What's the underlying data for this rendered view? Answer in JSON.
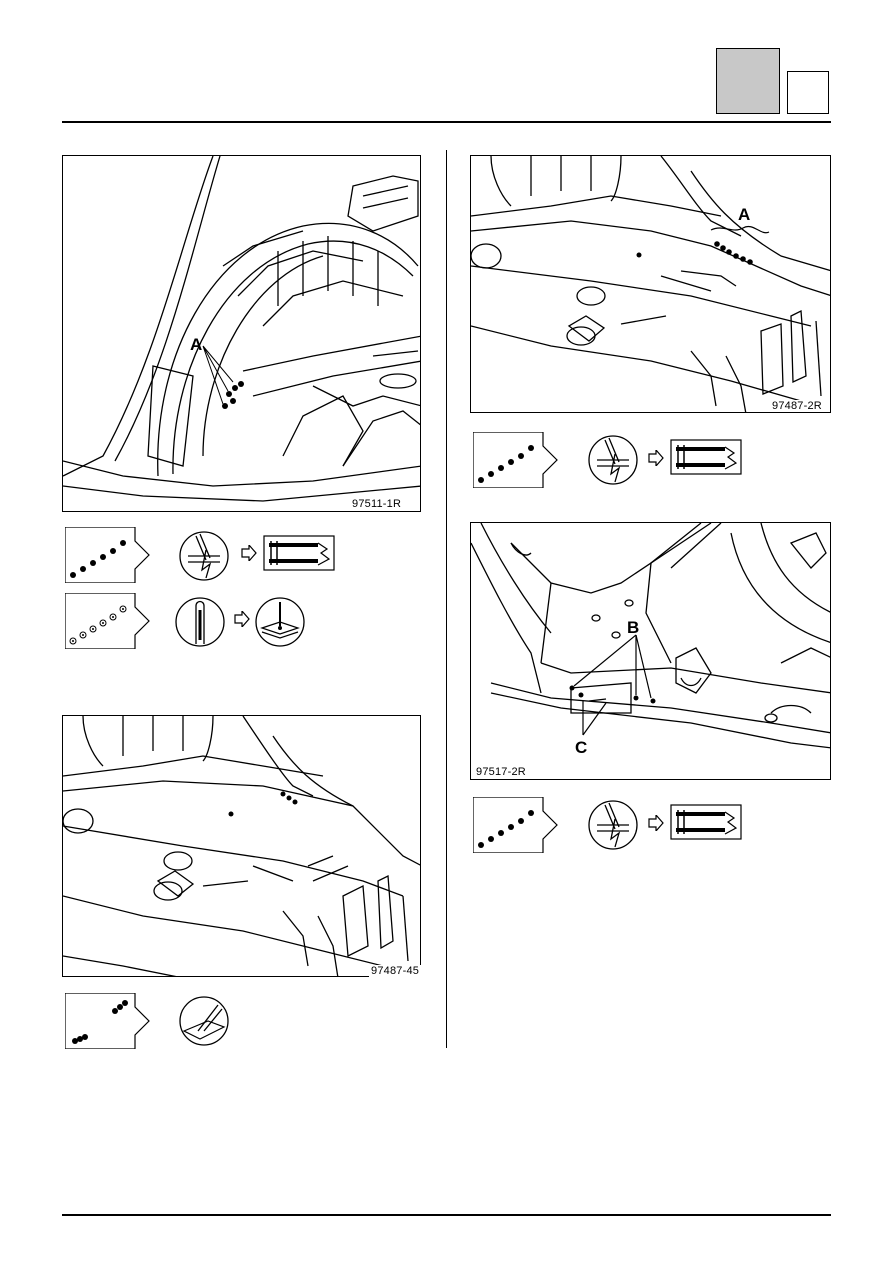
{
  "header": {
    "tab_shaded": "",
    "tab_blank": ""
  },
  "figures": [
    {
      "id": "fig1",
      "ref": "97511-1R",
      "callouts": [
        "A"
      ]
    },
    {
      "id": "fig2",
      "ref": "97487-2R",
      "callouts": [
        "A"
      ]
    },
    {
      "id": "fig3",
      "ref": "97517-2R",
      "callouts": [
        "B",
        "C"
      ]
    },
    {
      "id": "fig4",
      "ref": "97487-45",
      "callouts": []
    }
  ],
  "icons": {
    "spot_weld_row": "spot-weld-row-icon",
    "drill_out": "drill-spot-weld-icon",
    "clamp_panels": "clamp-panels-icon",
    "plug_weld_row": "plug-weld-row-icon",
    "punch": "punch-icon",
    "plug_weld": "plug-weld-icon",
    "grind_weld": "grind-weld-icon",
    "arrow": "right-arrow-icon"
  }
}
